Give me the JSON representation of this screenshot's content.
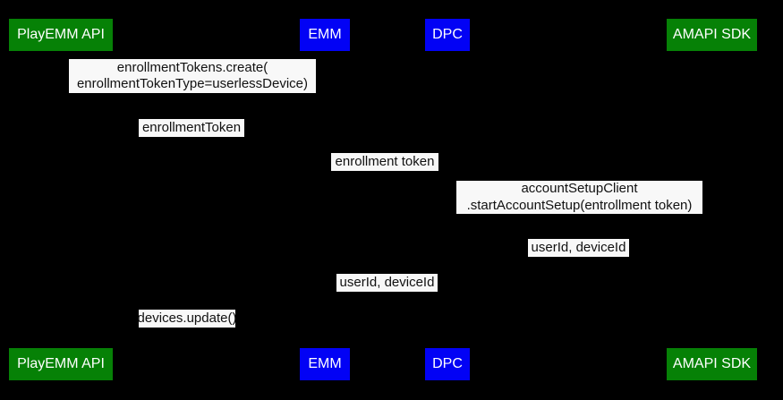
{
  "diagram": {
    "type": "sequence-diagram",
    "colors": {
      "background": "#000000",
      "actor_green": "#068106",
      "actor_blue": "#0202f5",
      "actor_text": "#ffffff",
      "message_bg": "#f8f8f8",
      "message_text": "#111111"
    },
    "actors": [
      {
        "id": "playemm-api",
        "label": "PlayEMM API",
        "color": "#068106"
      },
      {
        "id": "emm",
        "label": "EMM",
        "color": "#0202f5"
      },
      {
        "id": "dpc",
        "label": "DPC",
        "color": "#0202f5"
      },
      {
        "id": "amapi-sdk",
        "label": "AMAPI SDK",
        "color": "#068106"
      }
    ],
    "messages": [
      {
        "from": "EMM",
        "to": "PlayEMM API",
        "lines": [
          "enrollmentTokens.create(",
          "enrollmentTokenType=userlessDevice)"
        ]
      },
      {
        "from": "PlayEMM API",
        "to": "EMM",
        "lines": [
          "enrollmentToken"
        ]
      },
      {
        "from": "EMM",
        "to": "DPC",
        "lines": [
          "enrollment token"
        ]
      },
      {
        "from": "DPC",
        "to": "AMAPI SDK",
        "lines": [
          "accountSetupClient",
          ".startAccountSetup(entrollment token)"
        ]
      },
      {
        "from": "AMAPI SDK",
        "to": "DPC",
        "lines": [
          "userId, deviceId"
        ]
      },
      {
        "from": "DPC",
        "to": "EMM",
        "lines": [
          "userId, deviceId"
        ]
      },
      {
        "from": "EMM",
        "to": "PlayEMM API",
        "lines": [
          "devices.update()"
        ]
      }
    ]
  }
}
